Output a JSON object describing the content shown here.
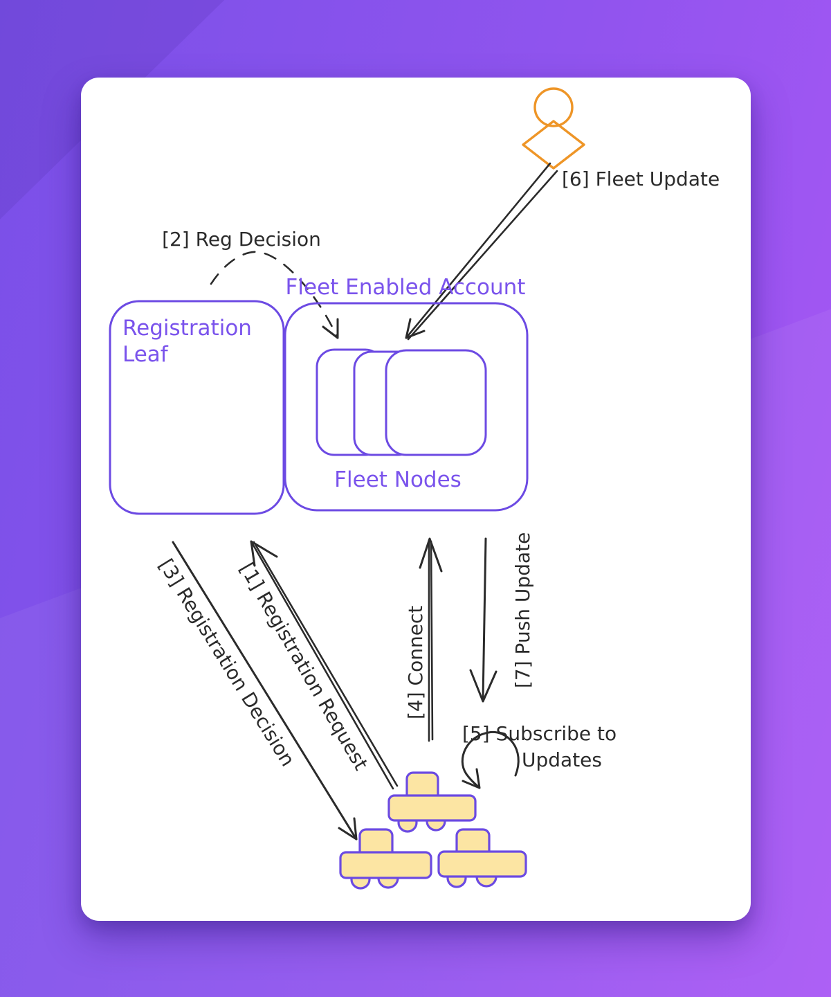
{
  "colors": {
    "bg_from": "#7a50e8",
    "bg_mid": "#9054ee",
    "bg_to": "#a957f5",
    "card_bg": "#ffffff",
    "purple_stroke": "#6c4ae3",
    "purple_text": "#7a53ec",
    "ink": "#2b2b2b",
    "orange": "#ee9527",
    "truck_fill": "#fce5a3",
    "truck_stroke": "#6b4ae2"
  },
  "nodes": {
    "registration_leaf": {
      "label_line1": "Registration",
      "label_line2": "Leaf"
    },
    "fleet_enabled_account": {
      "label": "Fleet Enabled Account"
    },
    "fleet_nodes": {
      "label": "Fleet Nodes",
      "count": 3
    },
    "actor": {
      "kind": "person-icon"
    },
    "trucks": {
      "count": 3
    }
  },
  "edges": {
    "registration_request": {
      "label": "[1] Registration Request",
      "style": "solid-double",
      "arrow": "trucks to registration-leaf"
    },
    "reg_decision": {
      "label": "[2] Reg Decision",
      "style": "dashed",
      "arrow": "registration-leaf to fleet-enabled-account"
    },
    "registration_decision": {
      "label": "[3] Registration Decision",
      "style": "solid",
      "arrow": "registration-leaf to trucks"
    },
    "connect": {
      "label": "[4] Connect",
      "style": "solid-double",
      "arrow": "trucks to fleet-enabled-account"
    },
    "subscribe": {
      "label_line1": "[5] Subscribe to",
      "label_line2": "Updates",
      "style": "loop",
      "arrow": "self-loop at trucks"
    },
    "fleet_update": {
      "label": "[6] Fleet Update",
      "style": "solid-double",
      "arrow": "actor to fleet-nodes"
    },
    "push_update": {
      "label": "[7] Push Update",
      "style": "solid",
      "arrow": "fleet-enabled-account to trucks"
    }
  }
}
